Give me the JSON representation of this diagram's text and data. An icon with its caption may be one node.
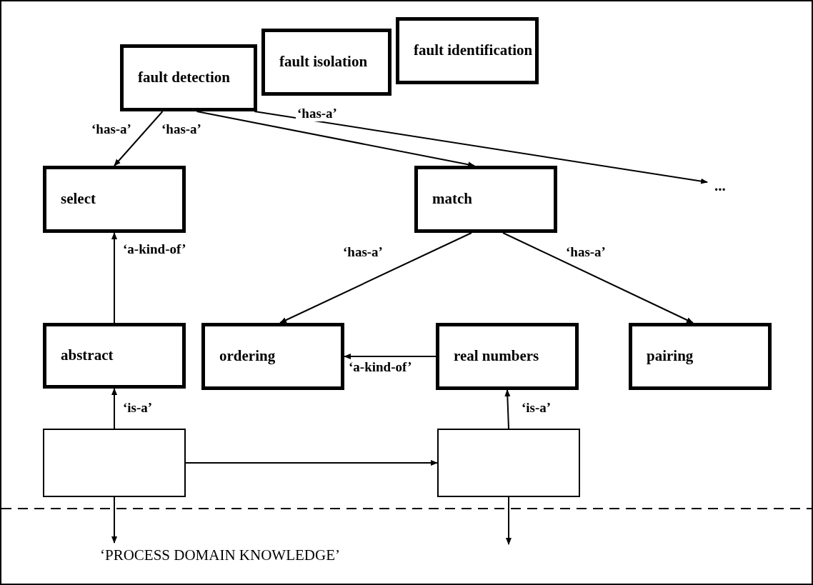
{
  "diagram": {
    "nodes": [
      {
        "text": [
          "fault detection"
        ]
      },
      {
        "text": [
          "fault isolation"
        ]
      },
      {
        "text": [
          "fault identification"
        ]
      },
      {
        "text": [
          "select"
        ]
      },
      {
        "text": [
          "match"
        ]
      },
      {
        "text": [
          "..."
        ]
      },
      {
        "text": [
          "abstract"
        ]
      },
      {
        "text": [
          "ordering"
        ]
      },
      {
        "text": [
          "real numbers"
        ]
      },
      {
        "text": [
          "pairing"
        ]
      },
      {
        "text": [],
        "shape": "box"
      },
      {
        "text": [],
        "shape": "box"
      },
      {
        "text": [
          "‘PROCESS DOMAIN KNOWLEDGE’"
        ]
      }
    ],
    "edges": [
      {
        "from": 0,
        "to": 3,
        "arrow": "to",
        "label": "‘has-a’"
      },
      {
        "from": 0,
        "to": 4,
        "arrow": "to",
        "label": "‘has-a’"
      },
      {
        "from": 0,
        "to": 5,
        "arrow": "to",
        "label": "‘has-a’"
      },
      {
        "from": 6,
        "to": 3,
        "arrow": "to",
        "label": "‘a-kind-of’"
      },
      {
        "from": 4,
        "to": 7,
        "arrow": "to",
        "label": "‘has-a’"
      },
      {
        "from": 4,
        "to": 9,
        "arrow": "to",
        "label": "‘has-a’"
      },
      {
        "from": 8,
        "to": 7,
        "arrow": "to",
        "label": "‘a-kind-of’"
      },
      {
        "from": 10,
        "to": 6,
        "arrow": "to",
        "label": "‘is-a’"
      },
      {
        "from": 11,
        "to": 8,
        "arrow": "to",
        "label": "‘is-a’"
      },
      {
        "from": 10,
        "to": 11,
        "arrow": "to"
      },
      {
        "from": 10,
        "to": 12,
        "arrow": "to"
      },
      {
        "from": 11,
        "to": null,
        "arrow": "to"
      }
    ]
  }
}
